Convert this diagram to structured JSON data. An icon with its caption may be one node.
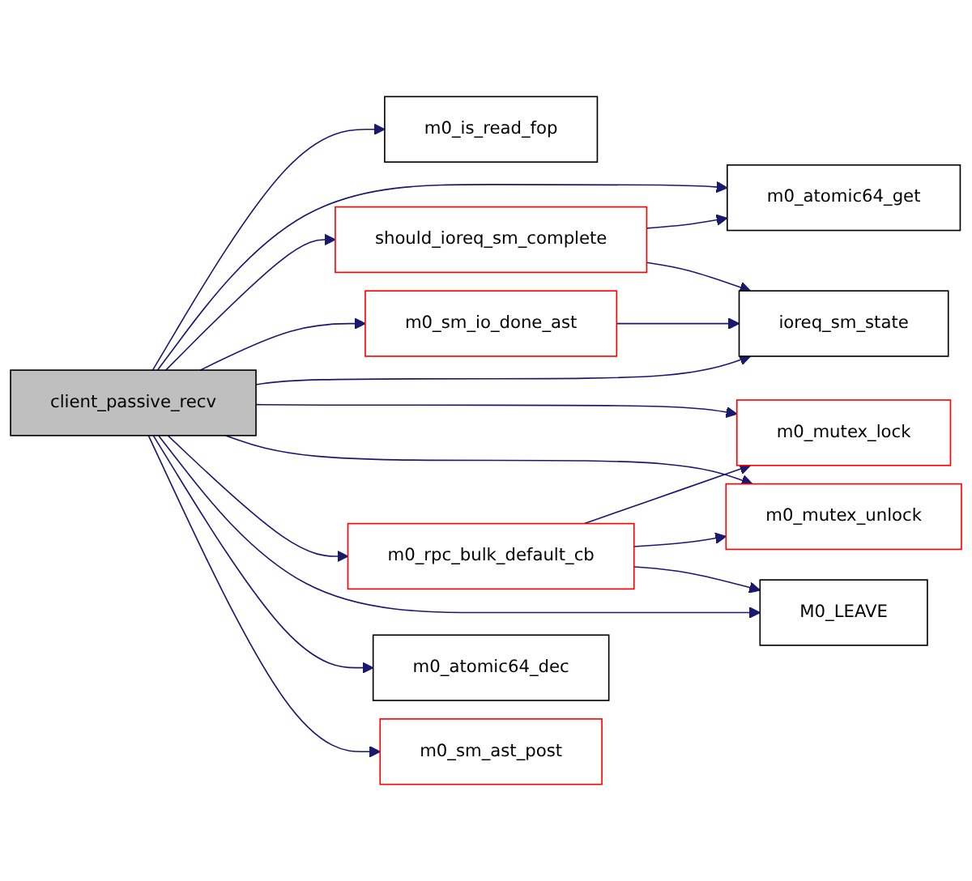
{
  "diagram": {
    "nodes": [
      {
        "text": [
          "client_passive_recv"
        ]
      },
      {
        "text": [
          "m0_is_read_fop"
        ]
      },
      {
        "text": [
          "m0_atomic64_get"
        ]
      },
      {
        "text": [
          "should_ioreq_sm_complete"
        ]
      },
      {
        "text": [
          "ioreq_sm_state"
        ]
      },
      {
        "text": [
          "m0_sm_io_done_ast"
        ]
      },
      {
        "text": [
          "m0_mutex_lock"
        ]
      },
      {
        "text": [
          "m0_mutex_unlock"
        ]
      },
      {
        "text": [
          "m0_rpc_bulk_default_cb"
        ]
      },
      {
        "text": [
          "M0_LEAVE"
        ]
      },
      {
        "text": [
          "m0_atomic64_dec"
        ]
      },
      {
        "text": [
          "m0_sm_ast_post"
        ]
      }
    ],
    "edges": [
      {
        "from": 0,
        "to": 1,
        "arrow": "to"
      },
      {
        "from": 0,
        "to": 2,
        "arrow": "to"
      },
      {
        "from": 0,
        "to": 3,
        "arrow": "to"
      },
      {
        "from": 0,
        "to": 5,
        "arrow": "to"
      },
      {
        "from": 0,
        "to": 4,
        "arrow": "to"
      },
      {
        "from": 0,
        "to": 6,
        "arrow": "to"
      },
      {
        "from": 0,
        "to": 7,
        "arrow": "to"
      },
      {
        "from": 0,
        "to": 8,
        "arrow": "to"
      },
      {
        "from": 0,
        "to": 9,
        "arrow": "to"
      },
      {
        "from": 0,
        "to": 10,
        "arrow": "to"
      },
      {
        "from": 0,
        "to": 11,
        "arrow": "to"
      },
      {
        "from": 3,
        "to": 2,
        "arrow": "to"
      },
      {
        "from": 3,
        "to": 4,
        "arrow": "to"
      },
      {
        "from": 5,
        "to": 4,
        "arrow": "to"
      },
      {
        "from": 8,
        "to": 6,
        "arrow": "to"
      },
      {
        "from": 8,
        "to": 7,
        "arrow": "to"
      },
      {
        "from": 8,
        "to": 9,
        "arrow": "to"
      }
    ]
  }
}
